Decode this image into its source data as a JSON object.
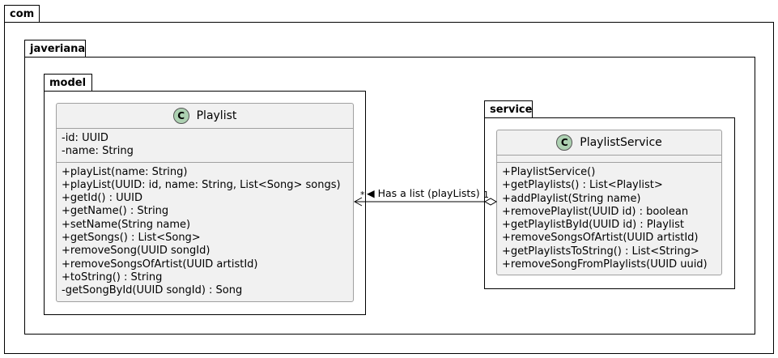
{
  "packages": {
    "com": "com",
    "javeriana": "javeriana",
    "model": "model",
    "service": "service"
  },
  "playlist": {
    "stereotype_icon": "C",
    "name": "Playlist",
    "attributes": [
      "-id: UUID",
      "-name: String"
    ],
    "methods": [
      "+playList(name: String)",
      "+playList(UUID: id, name: String, List<Song> songs)",
      "+getId() : UUID",
      "+getName() : String",
      "+setName(String name)",
      "+getSongs() : List<Song>",
      "+removeSong(UUID songId)",
      "+removeSongsOfArtist(UUID artistId)",
      "+toString() : String",
      "-getSongById(UUID songId) : Song"
    ]
  },
  "playlist_service": {
    "stereotype_icon": "C",
    "name": "PlaylistService",
    "attributes": [],
    "methods": [
      "+PlaylistService()",
      "+getPlaylists() : List<Playlist>",
      "+addPlaylist(String name)",
      "+removePlaylist(UUID id) : boolean",
      "+getPlaylistById(UUID id) : Playlist",
      "+removeSongsOfArtist(UUID artistId)",
      "+getPlaylistsToString() : List<String>",
      "+removeSongFromPlaylists(UUID uuid)"
    ]
  },
  "relation": {
    "label": "◀ Has a list (playLists)",
    "source_multiplicity": "1",
    "target_multiplicity": "*"
  },
  "colors": {
    "class_fill": "#f1f1f1",
    "class_border": "#a0a0a0",
    "class_icon": "#add1b2"
  }
}
